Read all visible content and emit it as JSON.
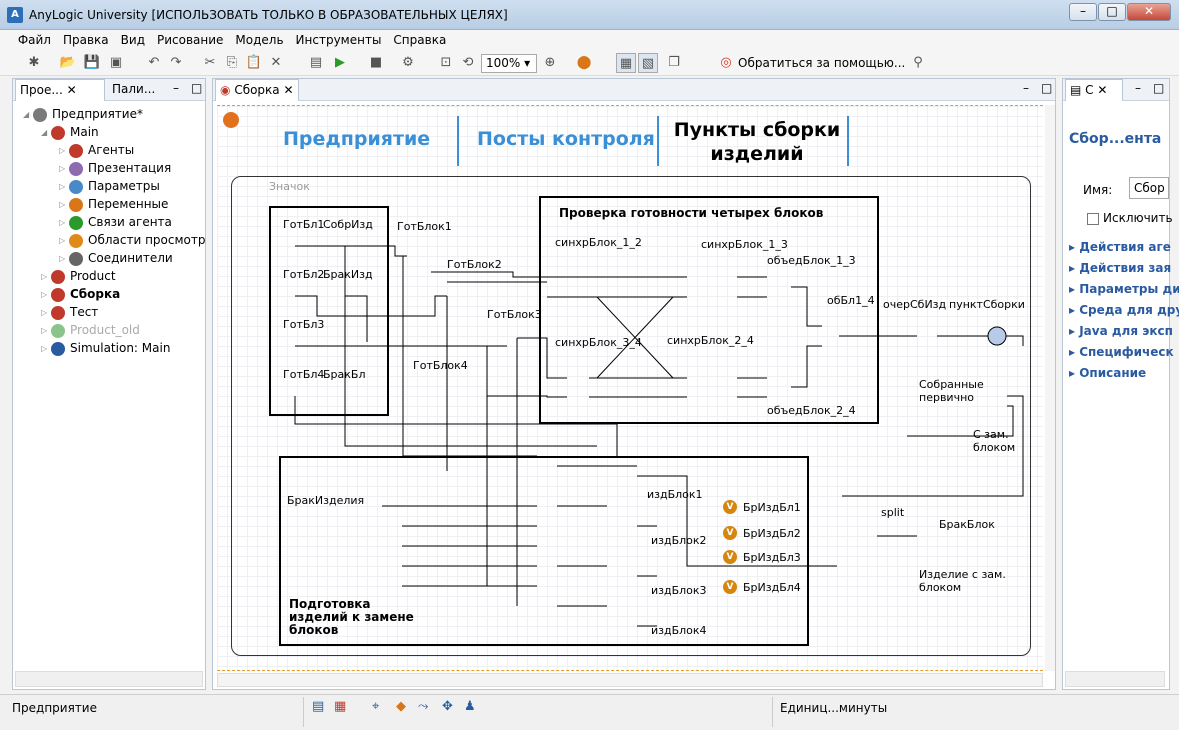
{
  "window": {
    "title": "AnyLogic University [ИСПОЛЬЗОВАТЬ ТОЛЬКО В ОБРАЗОВАТЕЛЬНЫХ ЦЕЛЯХ]",
    "app_icon": "A",
    "minimize": "–",
    "maximize": "□",
    "close": "✕"
  },
  "menu": [
    "Файл",
    "Правка",
    "Вид",
    "Рисование",
    "Модель",
    "Инструменты",
    "Справка"
  ],
  "toolbar": {
    "zoom": "100%",
    "help": "Обратиться за помощью..."
  },
  "left_tabs": {
    "projects": "Прое...",
    "palette": "Пали..."
  },
  "tree": [
    {
      "label": "Предприятие*",
      "icon": "gear-icon",
      "depth": 0
    },
    {
      "label": "Main",
      "icon": "agent-icon",
      "depth": 1
    },
    {
      "label": "Агенты",
      "icon": "agents-icon",
      "depth": 2
    },
    {
      "label": "Презентация",
      "icon": "presentation-icon",
      "depth": 2
    },
    {
      "label": "Параметры",
      "icon": "parameters-icon",
      "depth": 2
    },
    {
      "label": "Переменные",
      "icon": "variables-icon",
      "depth": 2
    },
    {
      "label": "Связи агента",
      "icon": "links-icon",
      "depth": 2
    },
    {
      "label": "Области просмотр",
      "icon": "viewarea-icon",
      "depth": 2
    },
    {
      "label": "Соединители",
      "icon": "connectors-icon",
      "depth": 2
    },
    {
      "label": "Product",
      "icon": "agent-icon",
      "depth": 1
    },
    {
      "label": "Сборка",
      "icon": "agent-icon",
      "depth": 1
    },
    {
      "label": "Тест",
      "icon": "agent-icon",
      "depth": 1
    },
    {
      "label": "Product_old",
      "icon": "agent-old-icon",
      "depth": 1
    },
    {
      "label": "Simulation: Main",
      "icon": "simulation-icon",
      "depth": 1
    }
  ],
  "editor_tab": "Сборка",
  "diagram": {
    "nav": [
      "Предприятие",
      "Посты контроля",
      "Пункты сборки изделий"
    ],
    "label_icon": "Значок",
    "group_check": "Проверка готовности четырех блоков",
    "group_prep": "Подготовка изделий к замене блоков",
    "labels": {
      "gotbl1": "ГотБл1",
      "sobrizd": "СобрИзд",
      "gotbl2": "ГотБл2",
      "brakizd": "БракИзд",
      "gotbl3": "ГотБл3",
      "gotbl4": "ГотБл4",
      "brakbl": "БракБл",
      "gotblok1": "ГотБлок1",
      "gotblok2": "ГотБлок2",
      "gotblok3": "ГотБлок3",
      "gotblok4": "ГотБлок4",
      "sync12": "синхрБлок_1_2",
      "sync13": "синхрБлок_1_3",
      "sync34": "синхрБлок_3_4",
      "sync24": "синхрБлок_2_4",
      "ob13": "объедБлок_1_3",
      "ob24": "объедБлок_2_4",
      "obbl14": "обБл1_4",
      "queue": "очерСбИзд",
      "point": "пунктСборки",
      "sobrannye": "Собранные первично",
      "szam": "С зам. блоком",
      "split": "split",
      "brakblok": "БракБлок",
      "izdzam": "Изделие с зам. блоком",
      "brakizdelia": "БракИзделия",
      "izd1": "издБлок1",
      "izd2": "издБлок2",
      "izd3": "издБлок3",
      "izd4": "издБлок4",
      "bri1": "БрИздБл1",
      "bri2": "БрИздБл2",
      "bri3": "БрИздБл3",
      "bri4": "БрИздБл4"
    }
  },
  "right_panel": {
    "tab": "С",
    "title": "Сбор...ента",
    "name_label": "Имя:",
    "name_value": "Сбор",
    "exclude": "Исключить",
    "sections": [
      "Действия аге",
      "Действия зая",
      "Параметры ди",
      "Среда для дру",
      "Java для эксп",
      "Специфическ",
      "Описание"
    ]
  },
  "status": {
    "left": "Предприятие",
    "units": "Единиц...минуты"
  },
  "colors": {
    "accent": "#3a8fd6",
    "block": "#8fb3e6"
  }
}
